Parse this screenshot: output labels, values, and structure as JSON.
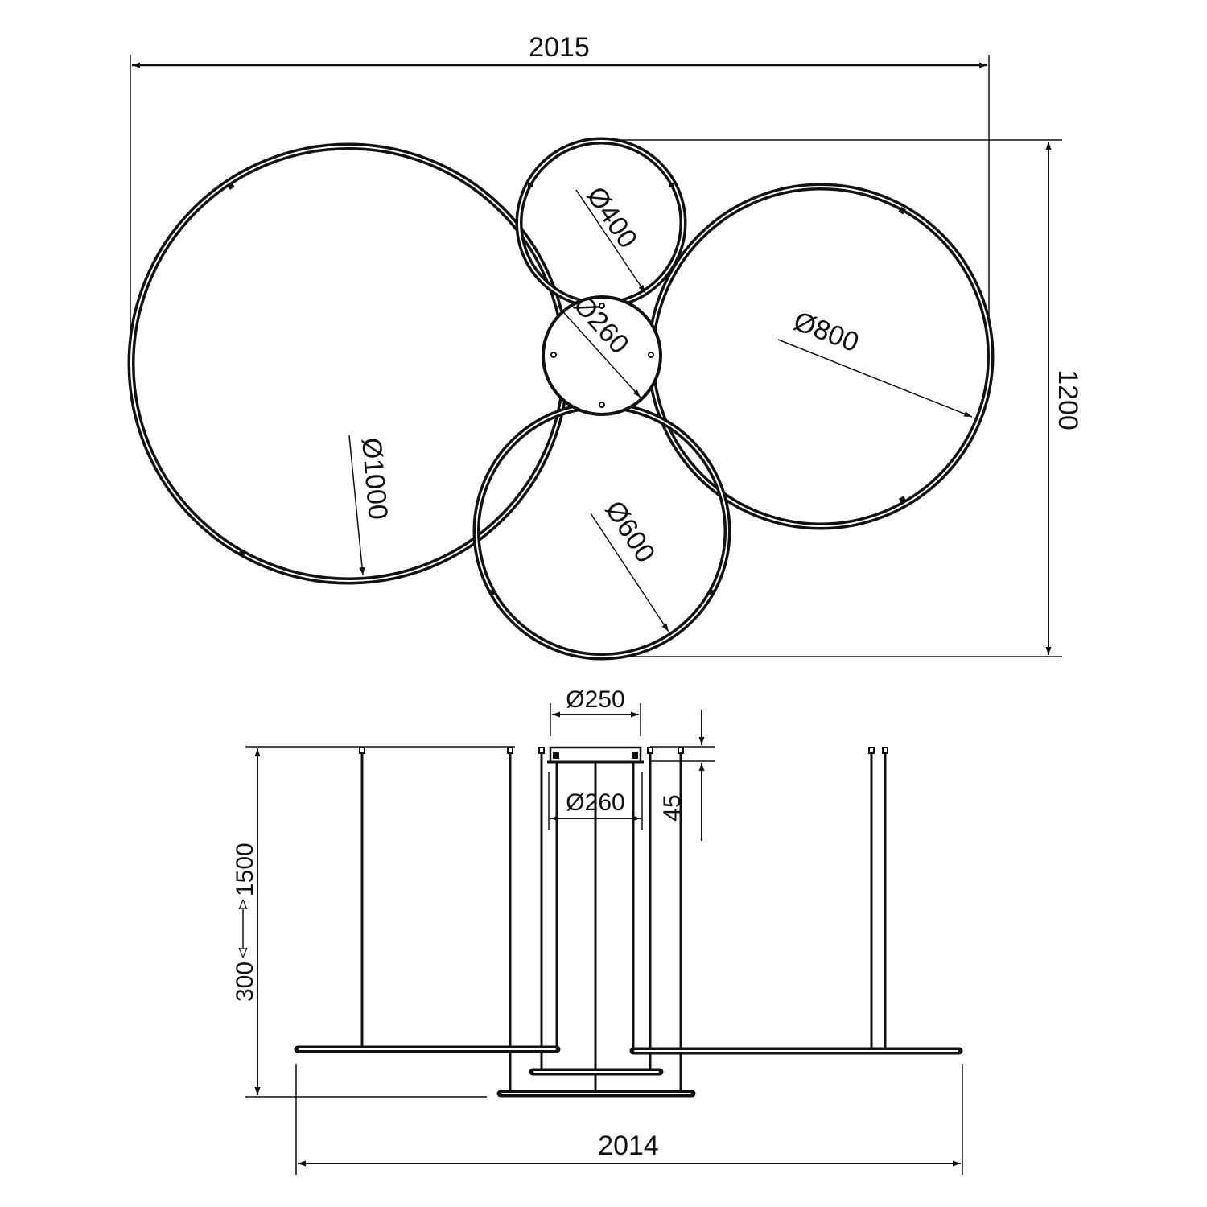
{
  "drawing": {
    "title": "Multi-ring pendant light dimension drawing",
    "stroke_color": "#111111",
    "background": "#ffffff"
  },
  "top_view": {
    "overall_width_label": "2015",
    "overall_height_label": "1200",
    "rings": [
      {
        "id": "ring-1000",
        "label": "Ø1000",
        "diameter": 1000
      },
      {
        "id": "ring-400",
        "label": "Ø400",
        "diameter": 400
      },
      {
        "id": "ring-800",
        "label": "Ø800",
        "diameter": 800
      },
      {
        "id": "ring-600",
        "label": "Ø600",
        "diameter": 600
      }
    ],
    "canopy": {
      "label": "Ø260",
      "diameter": 260
    }
  },
  "side_view": {
    "canopy_width_label": "Ø250",
    "inner_ring_label": "Ø260",
    "canopy_height_label": "45",
    "drop_range_label_min": "300",
    "drop_range_label_max": "1500",
    "overall_width_label": "2014"
  }
}
